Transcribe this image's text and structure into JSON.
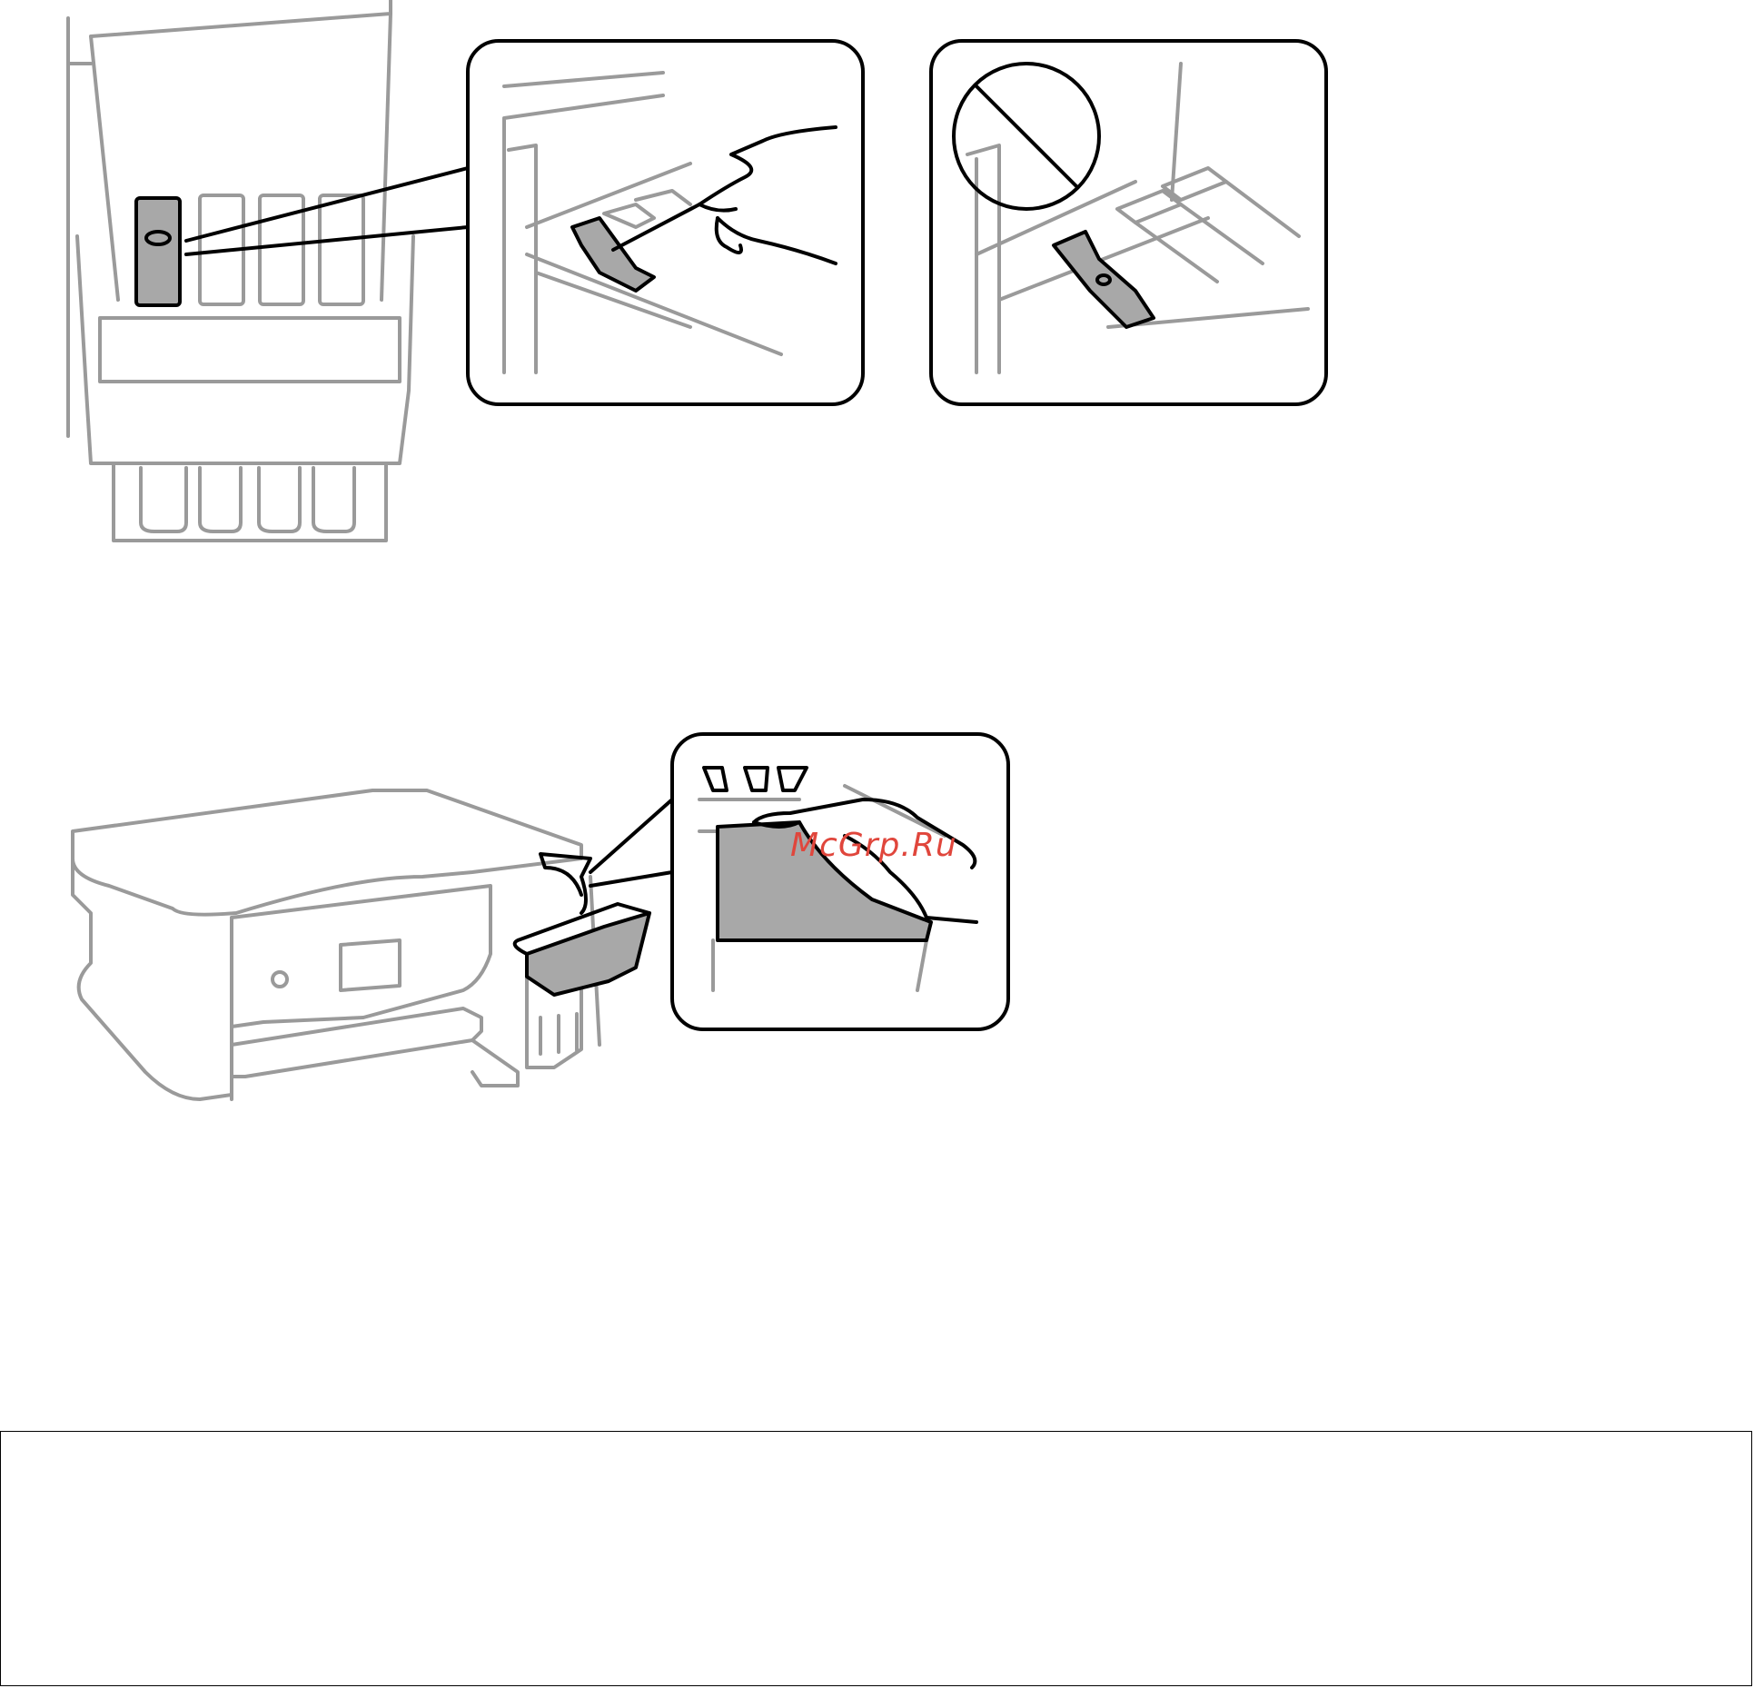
{
  "watermark": {
    "text": "McGrp.Ru",
    "color": "#e0463c"
  },
  "figures": [
    {
      "name": "open-tank-lid",
      "callouts": [
        "correct-close",
        "incorrect-close"
      ]
    },
    {
      "name": "close-tank-cover",
      "callouts": [
        "press-cover"
      ]
    }
  ],
  "note_box": {
    "text": ""
  }
}
